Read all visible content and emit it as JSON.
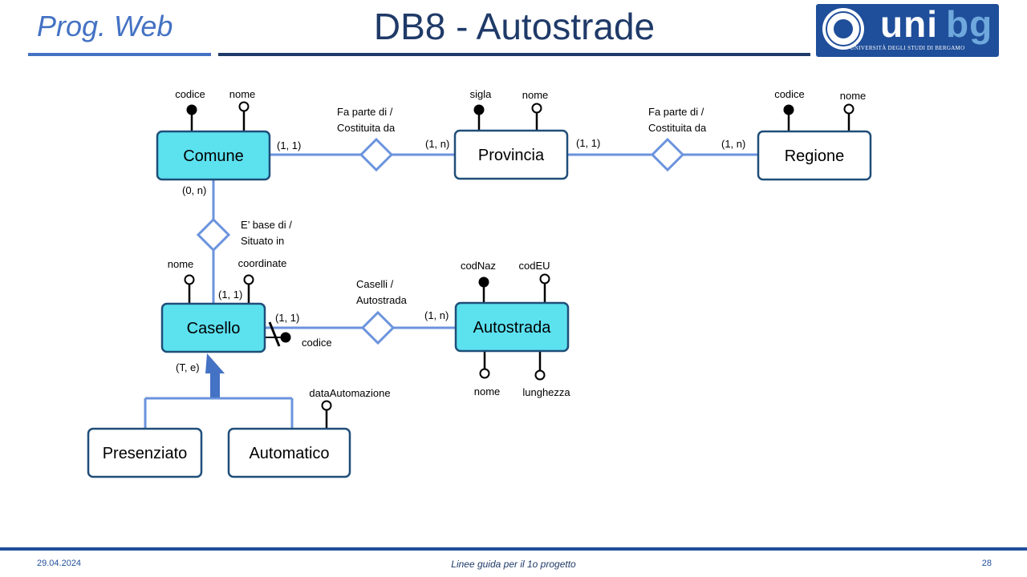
{
  "header": {
    "course": "Prog. Web",
    "title": "DB8 - Autostrade",
    "logo": {
      "text_main": "uni",
      "text_accent": "bg",
      "subtitle": "UNIVERSITÀ DEGLI STUDI DI BERGAMO"
    }
  },
  "colors": {
    "accent_blue": "#4472c4",
    "dark_blue": "#1f3a68",
    "logo_blue": "#1f4e9a",
    "entity_fill": "#5ce1ef",
    "entity_border": "#1f4e79",
    "relation_line": "#6b93dd"
  },
  "diagram": {
    "entities": [
      {
        "id": "comune",
        "label": "Comune",
        "highlighted": true
      },
      {
        "id": "provincia",
        "label": "Provincia",
        "highlighted": false
      },
      {
        "id": "regione",
        "label": "Regione",
        "highlighted": false
      },
      {
        "id": "casello",
        "label": "Casello",
        "highlighted": true
      },
      {
        "id": "autostrada",
        "label": "Autostrada",
        "highlighted": true
      },
      {
        "id": "presenziato",
        "label": "Presenziato",
        "highlighted": false
      },
      {
        "id": "automatico",
        "label": "Automatico",
        "highlighted": false
      }
    ],
    "relationships": [
      {
        "id": "comune-provincia",
        "label_line1": "Fa parte di /",
        "label_line2": "Costituita da"
      },
      {
        "id": "provincia-regione",
        "label_line1": "Fa parte di /",
        "label_line2": "Costituita da"
      },
      {
        "id": "comune-casello",
        "label_line1": "E’ base di /",
        "label_line2": "Situato in"
      },
      {
        "id": "casello-autostrada",
        "label_line1": "Caselli /",
        "label_line2": "Autostrada"
      }
    ],
    "attributes": [
      {
        "id": "comune-codice",
        "label": "codice",
        "identifier": true
      },
      {
        "id": "comune-nome",
        "label": "nome",
        "identifier": false
      },
      {
        "id": "provincia-sigla",
        "label": "sigla",
        "identifier": true
      },
      {
        "id": "provincia-nome",
        "label": "nome",
        "identifier": false
      },
      {
        "id": "regione-codice",
        "label": "codice",
        "identifier": true
      },
      {
        "id": "regione-nome",
        "label": "nome",
        "identifier": false
      },
      {
        "id": "casello-nome",
        "label": "nome",
        "identifier": false
      },
      {
        "id": "casello-coordinate",
        "label": "coordinate",
        "identifier": false
      },
      {
        "id": "casello-codice",
        "label": "codice",
        "identifier": true
      },
      {
        "id": "autostrada-codnaz",
        "label": "codNaz",
        "identifier": true
      },
      {
        "id": "autostrada-codeu",
        "label": "codEU",
        "identifier": false
      },
      {
        "id": "autostrada-nome",
        "label": "nome",
        "identifier": false
      },
      {
        "id": "autostrada-lunghezza",
        "label": "lunghezza",
        "identifier": false
      },
      {
        "id": "automatico-dataautomazione",
        "label": "dataAutomazione",
        "identifier": false
      }
    ],
    "cardinalities": [
      {
        "id": "comune-r1",
        "label": "(1, 1)"
      },
      {
        "id": "provincia-r1",
        "label": "(1, n)"
      },
      {
        "id": "provincia-r2",
        "label": "(1, 1)"
      },
      {
        "id": "regione-r2",
        "label": "(1, n)"
      },
      {
        "id": "comune-r3",
        "label": "(0, n)"
      },
      {
        "id": "casello-r3",
        "label": "(1, 1)"
      },
      {
        "id": "casello-r4",
        "label": "(1, 1)"
      },
      {
        "id": "autostrada-r4",
        "label": "(1, n)"
      },
      {
        "id": "generalization",
        "label": "(T, e)"
      }
    ]
  },
  "footer": {
    "date": "29.04.2024",
    "center": "Linee guida per il 1o progetto",
    "page": "28"
  }
}
